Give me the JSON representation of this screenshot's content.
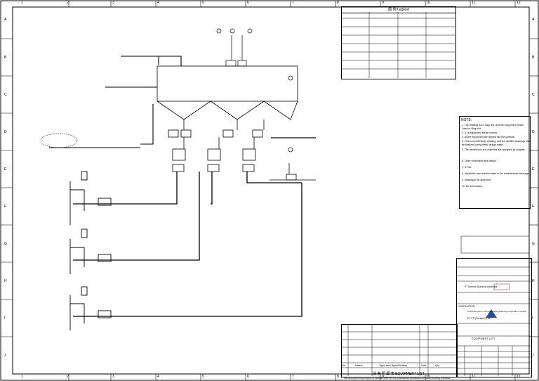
{
  "legend": {
    "title": "图 例 Legend"
  },
  "grid": {
    "cols_top": [
      "1",
      "2",
      "3",
      "4",
      "5",
      "6",
      "7",
      "8",
      "9",
      "10",
      "11",
      "12"
    ],
    "cols_bottom": [
      "1",
      "2",
      "3",
      "4",
      "5",
      "6",
      "7",
      "8",
      "9",
      "10",
      "11",
      "12"
    ],
    "rows_left": [
      "A",
      "B",
      "C",
      "D",
      "E",
      "F",
      "G",
      "H",
      "I",
      "J"
    ],
    "rows_right": [
      "A",
      "B",
      "C",
      "D",
      "E",
      "F",
      "G",
      "H",
      "I",
      "J"
    ]
  },
  "notes": {
    "title": "NOTE:",
    "lines": [
      "1. The drawing is for Slag unit, and the Equipment Detail",
      "Lists for Slag unit.",
      "2. ① is equipment serial number.",
      "3. All the equipment are divided into the symbols.",
      "4. This is a preliminary drawing, and the detailed drawings shall",
      "be finalized during detail design stage.",
      "5. The dimensions and materials are designed by supplier.",
      "6. Other information see details.",
      "7. ② NA.",
      "8. Installation and erection refer to the manufacturer drawings.",
      "9. Drawing to be approved.",
      "10. No dimensions"
    ]
  },
  "title_block": {
    "owner": "PT Borneo Alumina Indonesia",
    "contractor_label": "CONTRACTOR",
    "contractor": "China Aluminum International Engineering Corporation Limited",
    "subcontractor": "PT PP (Persero) Tbk",
    "drawing_title": "EQUIPMENT LIST"
  },
  "equipment_table": {
    "headers": [
      "No.",
      "Name",
      "Type and Specification",
      "Unit",
      "Qty"
    ],
    "title": "设 备 明 细 表 EQUIPMENT LIST"
  },
  "footer": {
    "text": "This document is the property of CHALIECO/PT PP. Any unauthorized reproduction or transfer is strictly prohibited."
  }
}
